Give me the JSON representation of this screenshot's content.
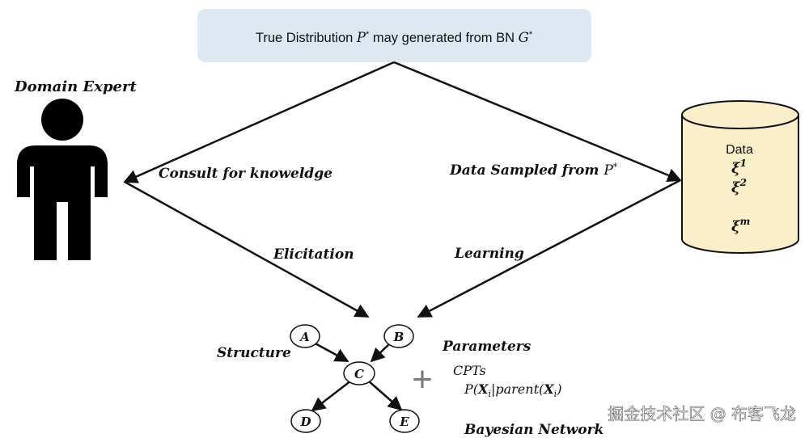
{
  "header": {
    "text": "True Distribution P* may generated from BN G*",
    "segments": [
      "True Distribution ",
      "P",
      "*",
      " may generated from BN ",
      "G",
      "*"
    ]
  },
  "expert": {
    "label": "Domain Expert"
  },
  "database": {
    "title": "Data",
    "symbol": "ξ",
    "items": [
      {
        "sup": "1"
      },
      {
        "sup": "2"
      },
      {
        "sup": "m"
      }
    ]
  },
  "edges": {
    "consult": "Consult for knoweldge",
    "sampled_prefix": "Data Sampled from ",
    "sampled_var": "P",
    "sampled_sup": "*",
    "elicitation": "Elicitation",
    "learning": "Learning"
  },
  "network": {
    "structure_label": "Structure",
    "parameters_label": "Parameters",
    "cpts_label": "CPTs",
    "formula": "P(Xi|parent(Xi))",
    "formula_parts": [
      "P(",
      "X",
      "i",
      "|",
      "parent",
      "(",
      "X",
      "i",
      ")"
    ],
    "plus": "+",
    "caption": "Bayesian Network",
    "nodes": [
      "A",
      "B",
      "C",
      "D",
      "E"
    ]
  },
  "watermark": "掘金技术社区 @ 布客飞龙",
  "colors": {
    "header_bg": "#dde8f3",
    "cylinder_fill": "#fbeecb",
    "stroke": "#111111",
    "plus": "#7a7a7a",
    "watermark": "#ffffff"
  }
}
